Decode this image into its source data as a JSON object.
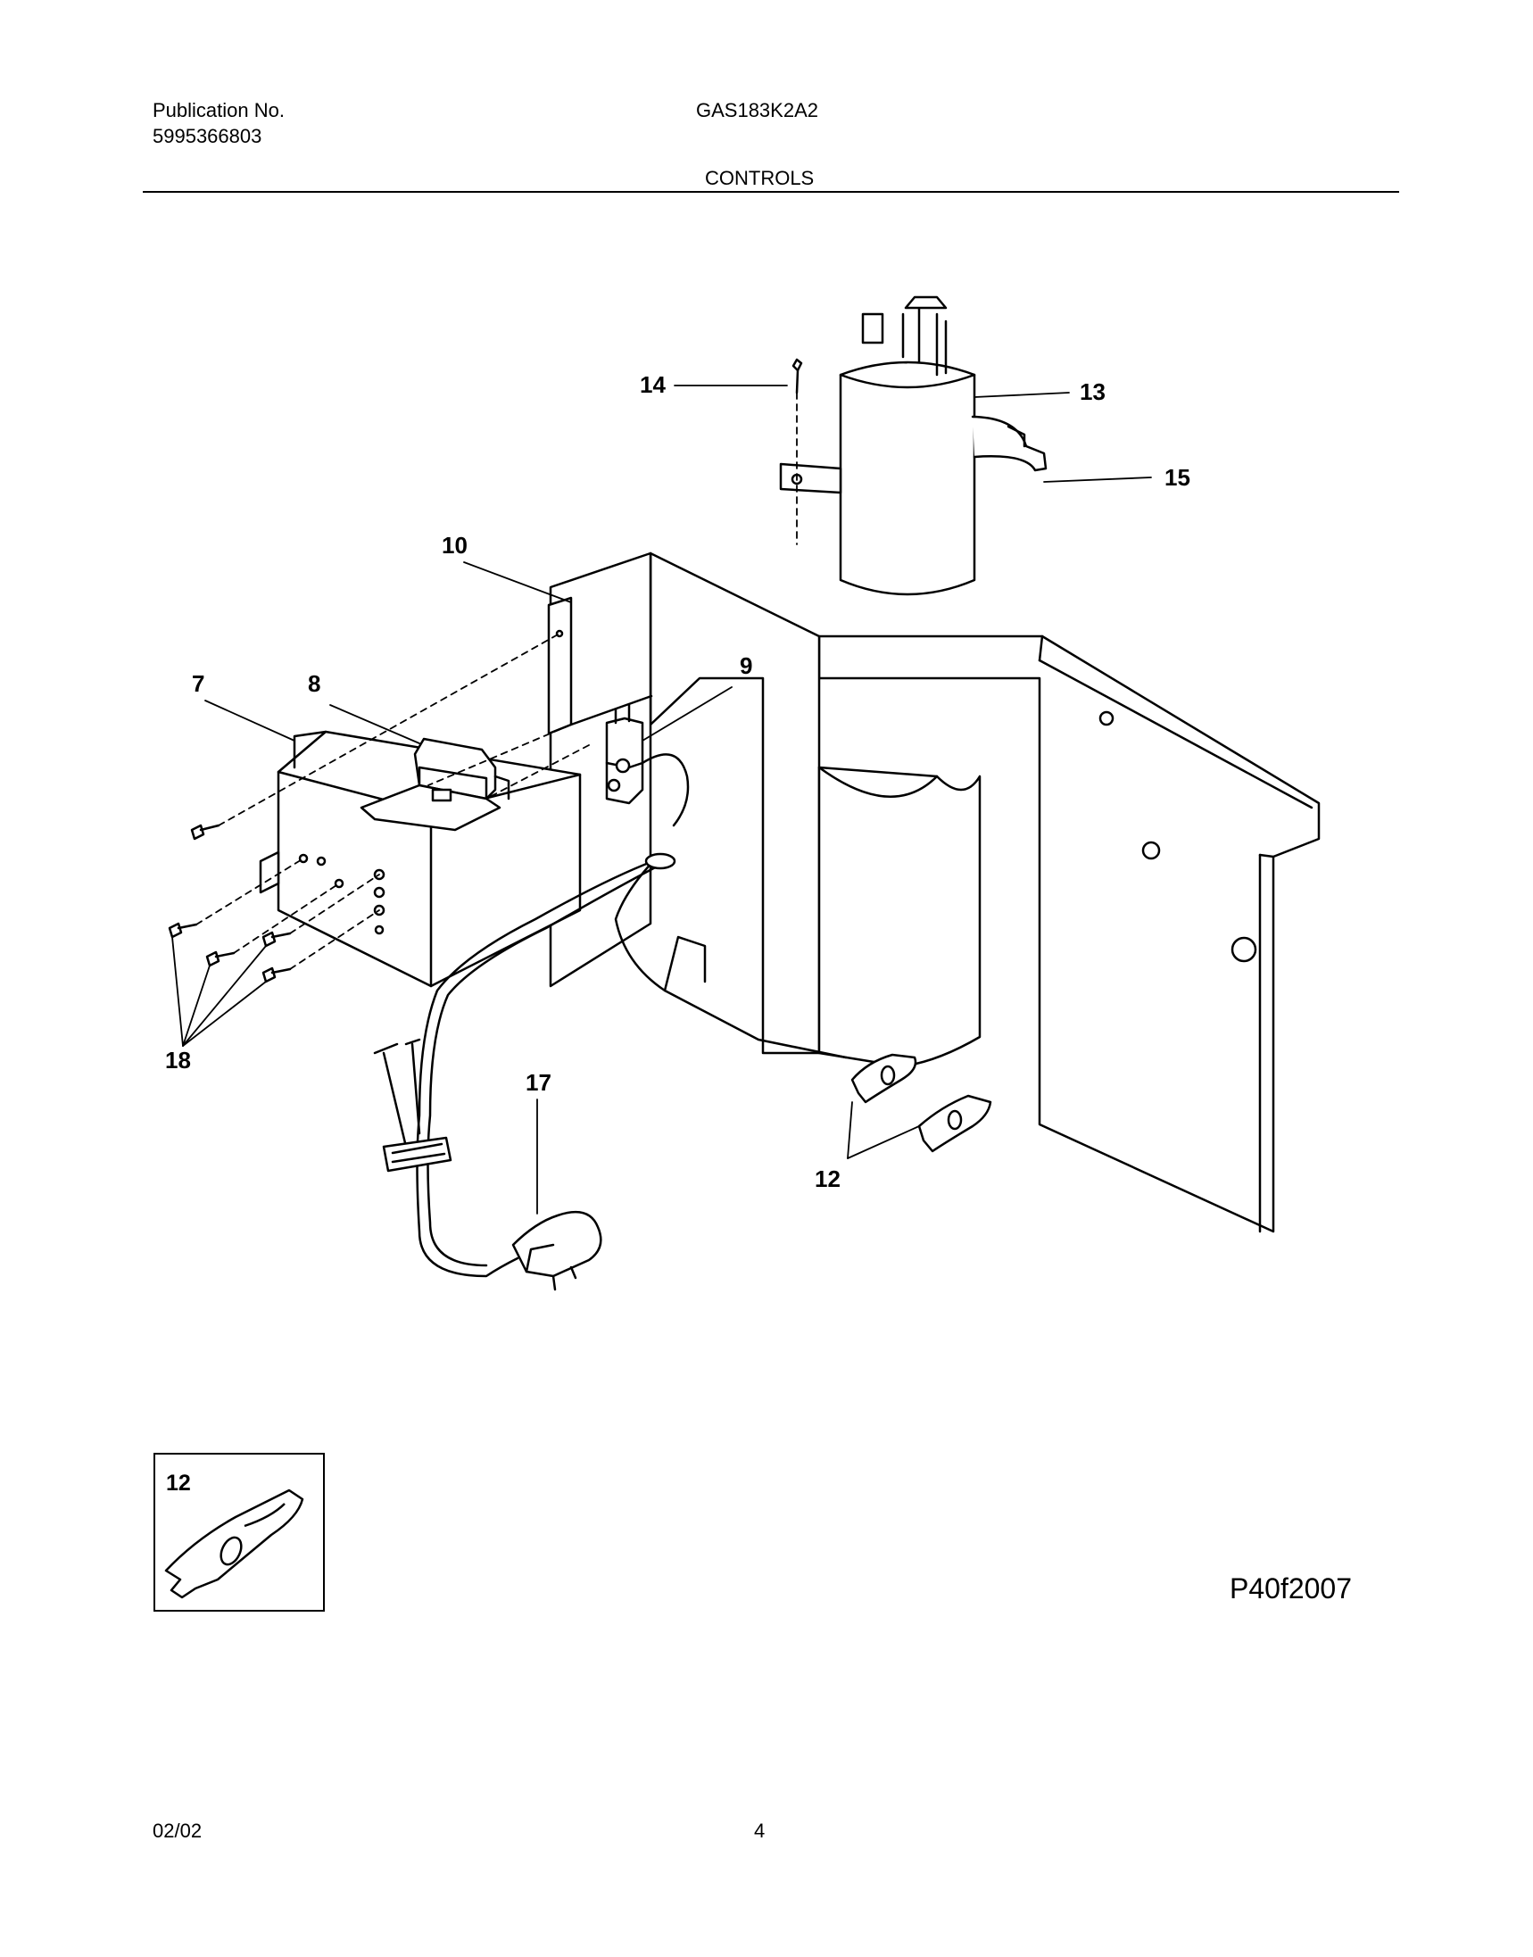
{
  "header": {
    "publication_label": "Publication No.",
    "publication_number": "5995366803",
    "model": "GAS183K2A2",
    "section_title": "CONTROLS"
  },
  "callouts": [
    "14",
    "13",
    "15",
    "10",
    "9",
    "7",
    "8",
    "18",
    "17",
    "12"
  ],
  "inset": {
    "callout": "12"
  },
  "figure_code": "P40f2007",
  "footer": {
    "date": "02/02",
    "page": "4"
  }
}
